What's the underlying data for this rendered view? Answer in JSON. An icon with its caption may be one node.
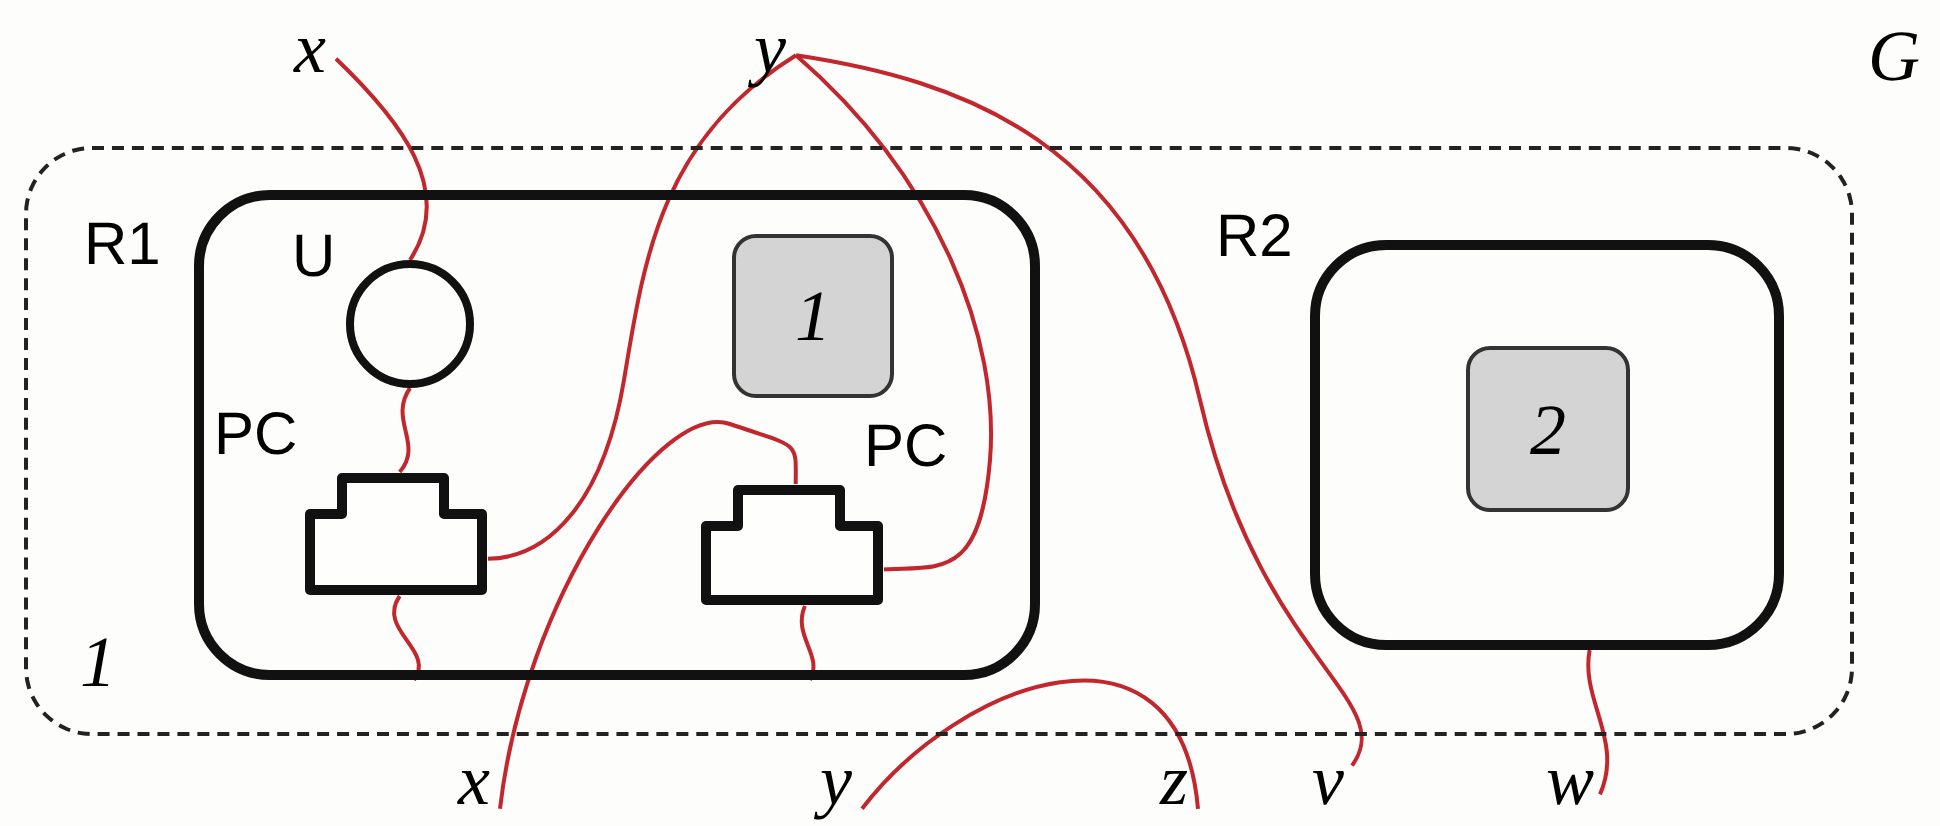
{
  "diagram": {
    "nodes": [
      {
        "text": [
          "G",
          "1"
        ]
      },
      {
        "text": [
          "R1"
        ],
        "in": 0
      },
      {
        "text": [
          "U"
        ],
        "in": 1
      },
      {
        "text": [
          "PC"
        ],
        "in": 1
      },
      {
        "text": [
          "1"
        ],
        "in": 1
      },
      {
        "text": [
          "PC"
        ],
        "in": 1
      },
      {
        "text": [
          "R2"
        ],
        "in": 0
      },
      {
        "text": [
          "2"
        ],
        "in": 6
      },
      {
        "text": [
          "x"
        ]
      },
      {
        "text": [
          "y"
        ]
      },
      {
        "text": [
          "x"
        ]
      },
      {
        "text": [
          "y"
        ]
      },
      {
        "text": [
          "z"
        ]
      },
      {
        "text": [
          "v"
        ]
      },
      {
        "text": [
          "w"
        ]
      }
    ],
    "edges": [
      {
        "from": 8,
        "to": 2,
        "arrow": "none"
      },
      {
        "from": 2,
        "to": 3,
        "arrow": "none"
      },
      {
        "from": 3,
        "to": 1,
        "arrow": "none"
      },
      {
        "from": 5,
        "to": 1,
        "arrow": "none"
      },
      {
        "from": 9,
        "to": 3,
        "arrow": "none"
      },
      {
        "from": 9,
        "to": 5,
        "arrow": "none"
      },
      {
        "from": 9,
        "to": 13,
        "arrow": "none"
      },
      {
        "from": 10,
        "to": 5,
        "arrow": "none"
      },
      {
        "from": 11,
        "to": 12,
        "arrow": "none"
      },
      {
        "from": 6,
        "to": 14,
        "arrow": "none"
      }
    ]
  }
}
